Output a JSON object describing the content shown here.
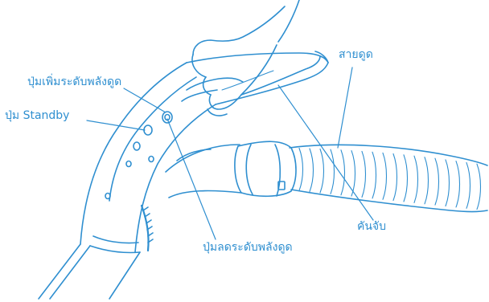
{
  "labels": {
    "suction_hose": "สายดูด",
    "increase_suction_button": "ปุ่มเพิ่มระดับพลังดูด",
    "standby_button": "ปุ่ม Standby",
    "handle": "คันจับ",
    "decrease_suction_button": "ปุ่มลดระดับพลังดูด"
  },
  "colors": {
    "line_art": "#2f8fd0",
    "label_text": "#2f8fd0",
    "background": "#ffffff"
  }
}
